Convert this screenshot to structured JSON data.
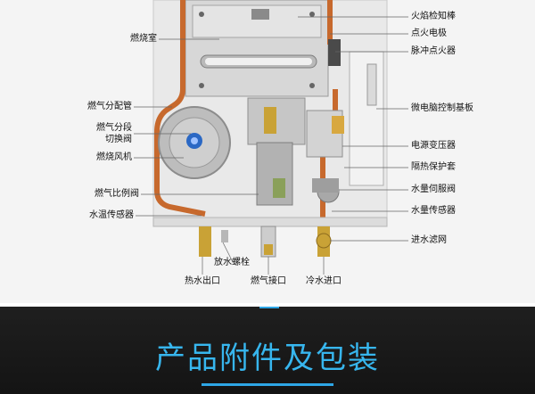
{
  "labels": {
    "left": {
      "combustion_chamber": "燃烧室",
      "gas_manifold": "燃气分配管",
      "gas_section_switch_1": "燃气分段",
      "gas_section_switch_2": "切换阀",
      "combustion_fan": "燃烧风机",
      "gas_proportional_valve": "燃气比例阀",
      "water_temp_sensor": "水温传感器"
    },
    "right": {
      "flame_detection_rod": "火焰检知棒",
      "ignition_electrode": "点火电极",
      "pulse_igniter": "脉冲点火器",
      "control_board": "微电脑控制基板",
      "power_transformer": "电源变压器",
      "heat_shield": "隔热保护套",
      "water_servo_valve": "水量伺服阀",
      "water_flow_sensor": "水量传感器",
      "inlet_filter": "进水滤网"
    },
    "bottom": {
      "drain_screw": "放水螺栓",
      "hot_water_outlet": "热水出口",
      "gas_inlet": "燃气接口",
      "cold_water_inlet": "冷水进口"
    }
  },
  "footer": {
    "title": "产品附件及包装"
  },
  "colors": {
    "accent": "#37b6ee",
    "copper": "#c7692d",
    "brass": "#c9a236",
    "footer_bg": "#1a1a1a"
  }
}
